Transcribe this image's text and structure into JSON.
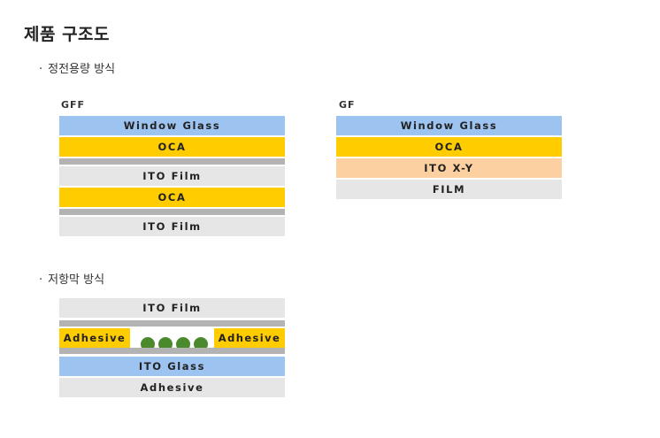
{
  "title": "제품 구조도",
  "sections": {
    "capacitive": {
      "bullet": "·",
      "label": "정전용량 방식"
    },
    "resistive": {
      "bullet": "·",
      "label": "저항막 방식"
    }
  },
  "gff": {
    "label": "GFF",
    "layers": [
      "Window Glass",
      "OCA",
      "ITO Film",
      "OCA",
      "ITO Film"
    ]
  },
  "gf": {
    "label": "GF",
    "layers": [
      "Window Glass",
      "OCA",
      "ITO X-Y",
      "FILM"
    ]
  },
  "resistive_stack": {
    "top": "ITO Film",
    "adhesive_left": "Adhesive",
    "adhesive_right": "Adhesive",
    "spacer_dot_count": 4,
    "glass": "ITO Glass",
    "bottom": "Adhesive"
  },
  "colors": {
    "glass": "#9dc3f0",
    "oca": "#ffcc00",
    "film": "#e6e6e6",
    "ito_xy": "#fdd0a2",
    "spacer": "#b3b3b3",
    "dot": "#4a8a2c"
  }
}
